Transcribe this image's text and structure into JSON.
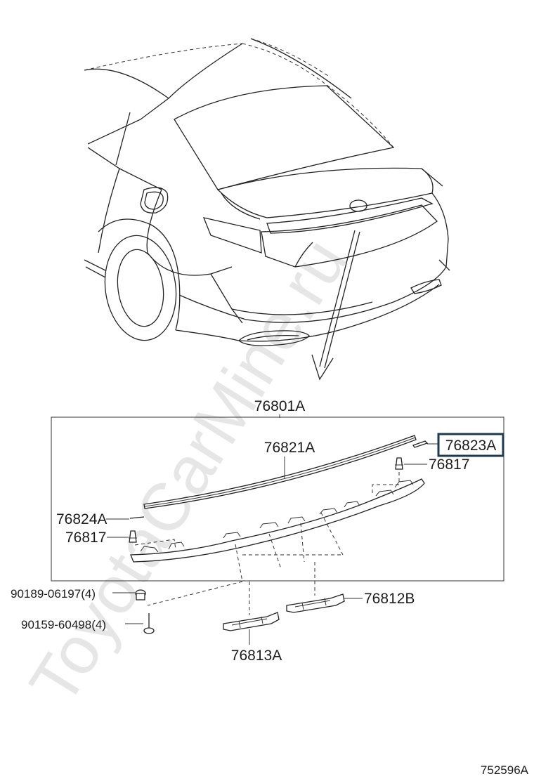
{
  "watermark": "ToyotaCarMine.ru",
  "diagram_id": "752596A",
  "assembly_label": "76801A",
  "labels": {
    "molding": "76821A",
    "highlighted_part": "76823A",
    "clip_right": "76817",
    "clip_left": "76817",
    "tape": "76824A",
    "nut": "90189-06197(4)",
    "screw": "90159-60498(4)",
    "bracket_right": "76812B",
    "bracket_left": "76813A"
  },
  "colors": {
    "line": "#222222",
    "highlight_border": "#1f3a4c",
    "watermark": "#e6e6e6"
  }
}
